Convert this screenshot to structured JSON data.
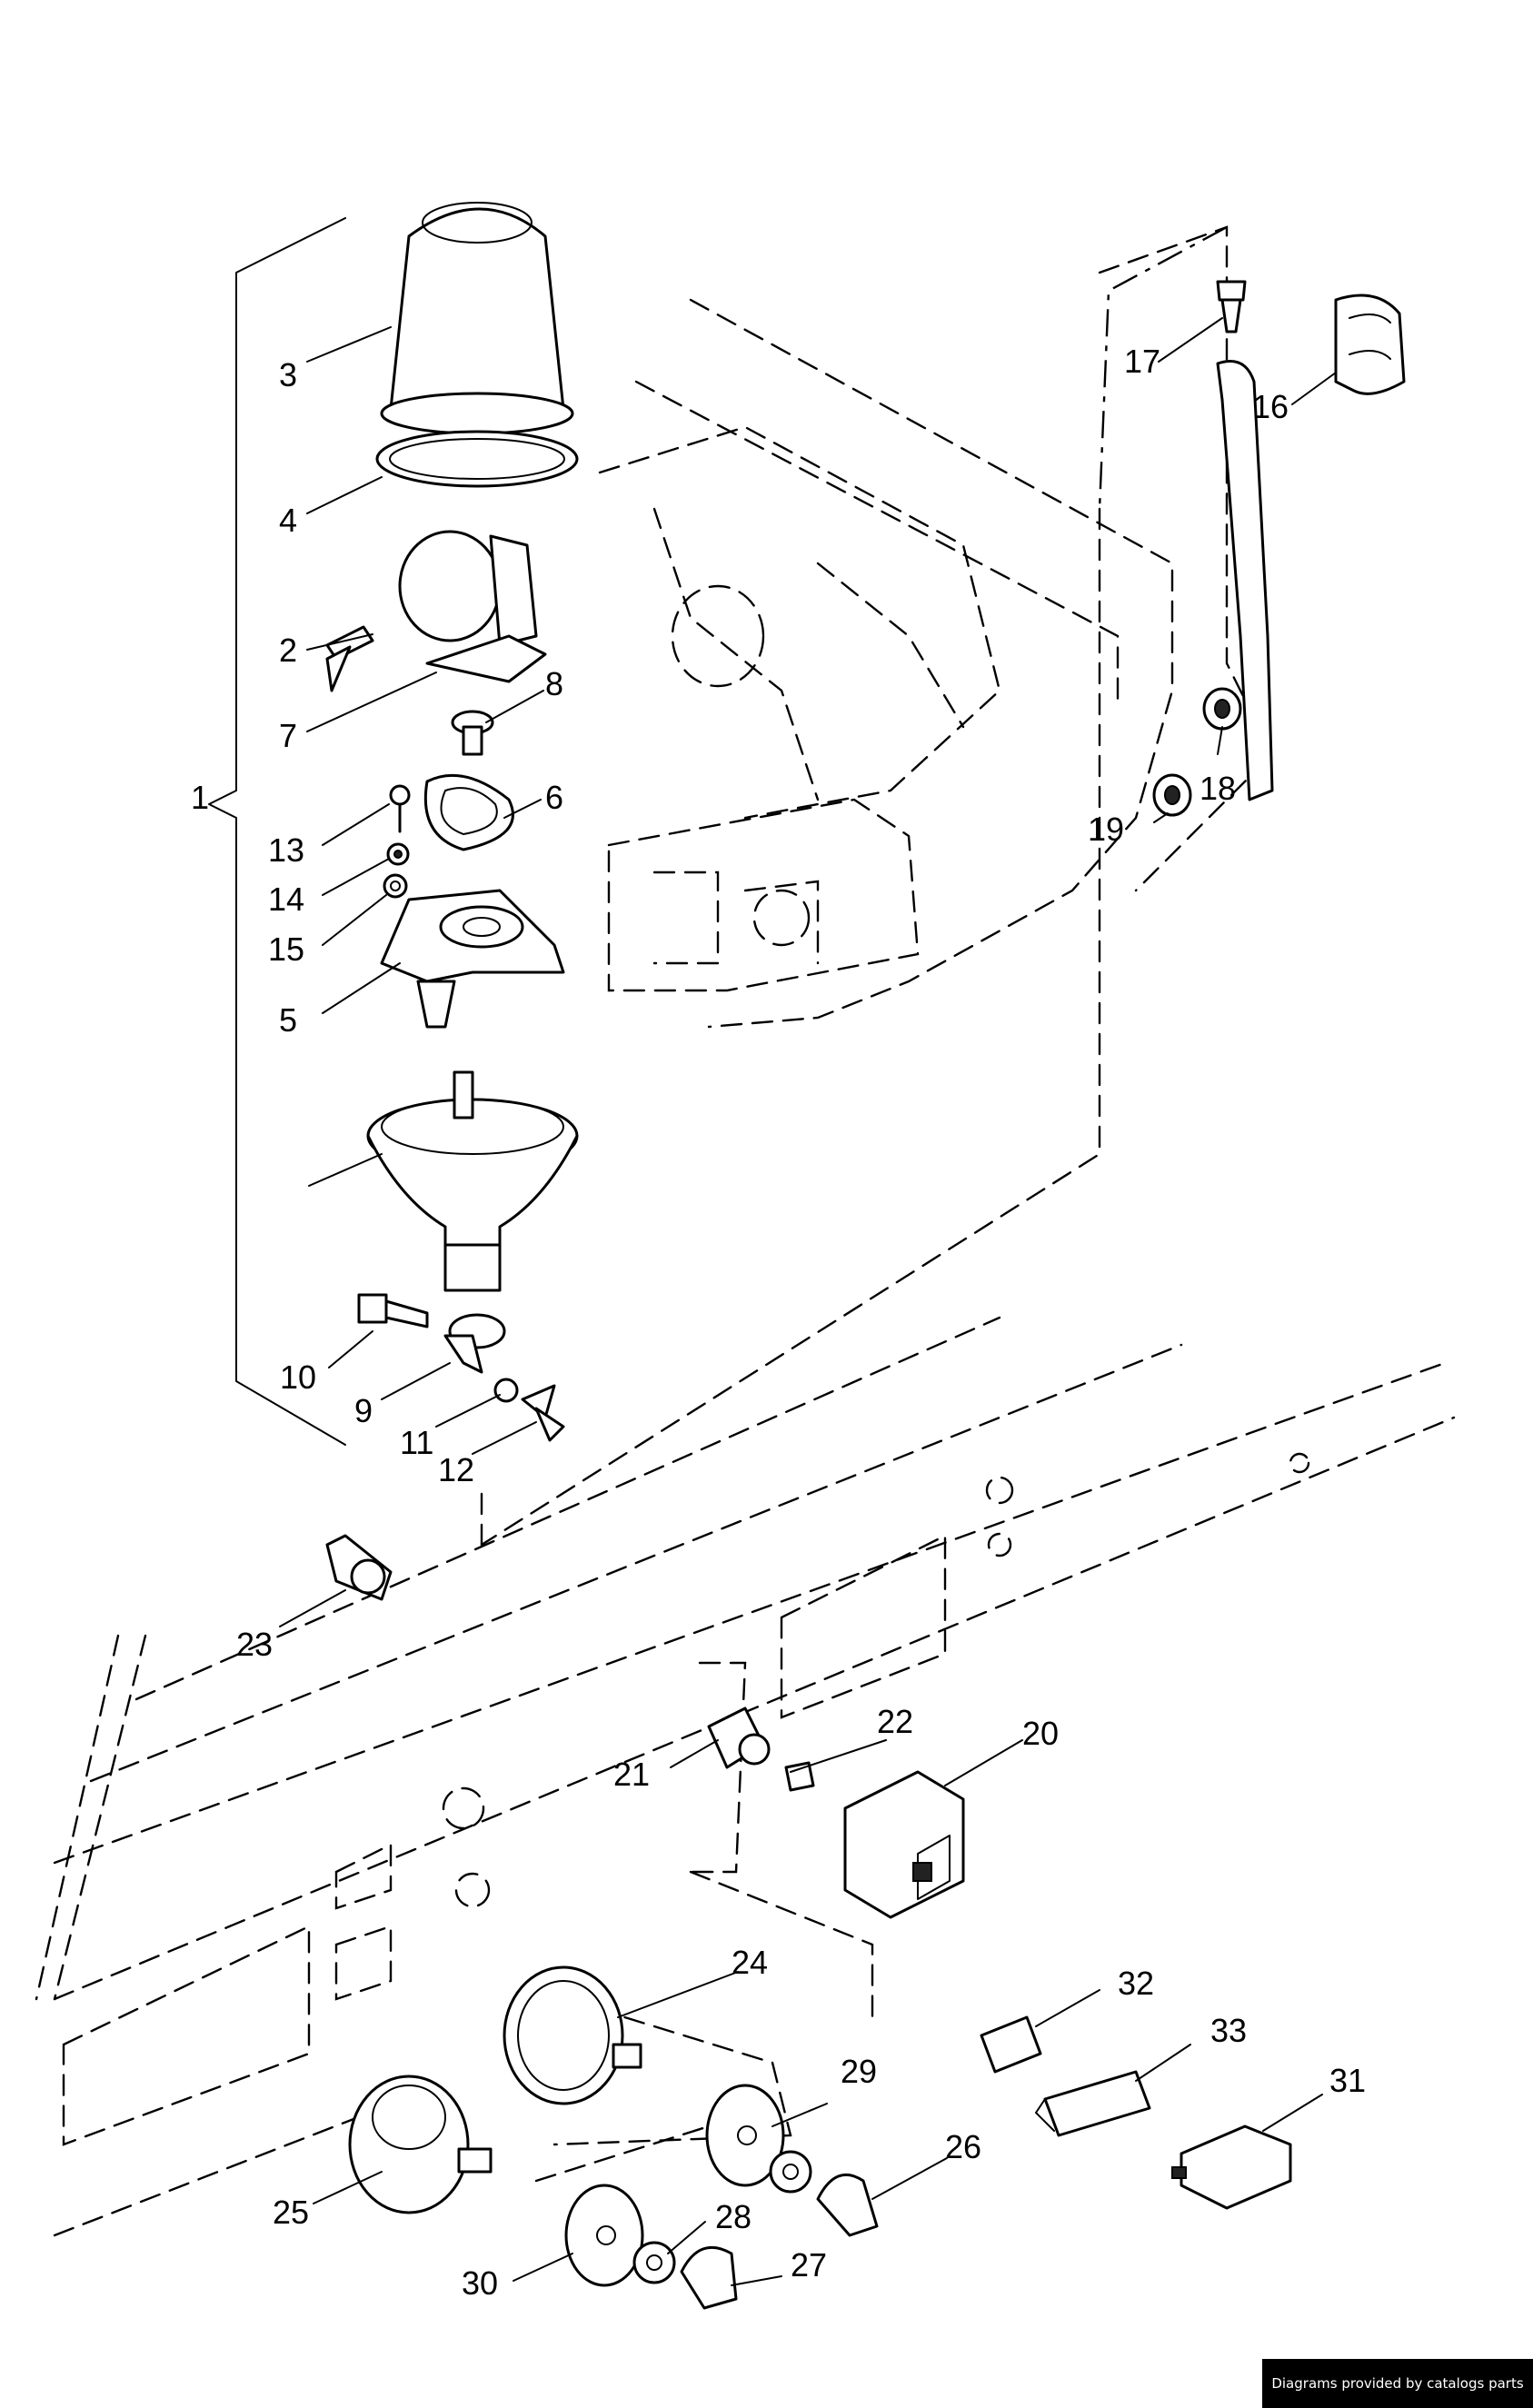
{
  "callouts": [
    "1",
    "2",
    "3",
    "4",
    "5",
    "6",
    "7",
    "8",
    "9",
    "10",
    "11",
    "12",
    "13",
    "14",
    "15",
    "16",
    "17",
    "18",
    "19",
    "20",
    "21",
    "22",
    "23",
    "24",
    "25",
    "26",
    "27",
    "28",
    "29",
    "30",
    "31",
    "32",
    "33"
  ],
  "footer": {
    "credit": "Diagrams provided by catalogs parts"
  }
}
